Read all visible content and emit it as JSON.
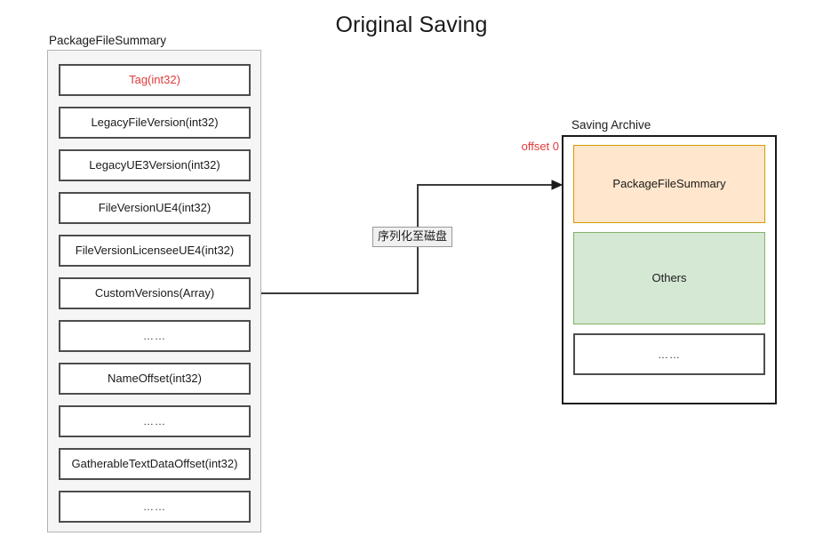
{
  "title": "Original Saving",
  "colors": {
    "accent_red": "#e03b3b",
    "summary_fill": "#ffe6cc",
    "summary_stroke": "#d79b00",
    "others_fill": "#d5e8d4",
    "others_stroke": "#82b366",
    "group_fill": "#f5f5f5",
    "box_stroke": "#4d4d4d"
  },
  "summary_group": {
    "label": "PackageFileSummary",
    "fields": [
      {
        "label": "Tag(int32)",
        "accent": true
      },
      {
        "label": "LegacyFileVersion(int32)",
        "accent": false
      },
      {
        "label": "LegacyUE3Version(int32)",
        "accent": false
      },
      {
        "label": "FileVersionUE4(int32)",
        "accent": false
      },
      {
        "label": "FileVersionLicenseeUE4(int32)",
        "accent": false
      },
      {
        "label": "CustomVersions(Array)",
        "accent": false
      },
      {
        "label": "……",
        "accent": false
      },
      {
        "label": "NameOffset(int32)",
        "accent": false
      },
      {
        "label": "……",
        "accent": false
      },
      {
        "label": "GatherableTextDataOffset(int32)",
        "accent": false
      },
      {
        "label": "……",
        "accent": false
      }
    ]
  },
  "connector": {
    "label": "序列化至磁盘"
  },
  "archive_group": {
    "label": "Saving Archive",
    "offset_label": "offset 0",
    "blocks": [
      {
        "label": "PackageFileSummary"
      },
      {
        "label": "Others"
      },
      {
        "label": "……"
      }
    ]
  }
}
